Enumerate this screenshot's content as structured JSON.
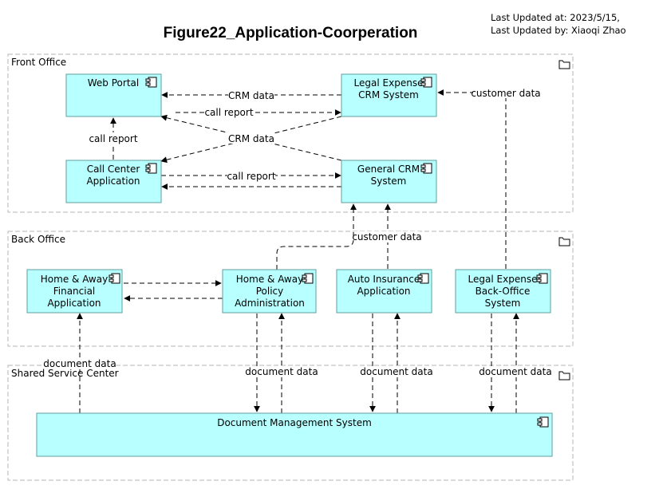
{
  "header": {
    "title": "Figure22_Application-Coorperation",
    "updated_at": "Last Updated at: 2023/5/15,",
    "updated_by": "Last Updated by: Xiaoqi Zhao"
  },
  "groups": [
    {
      "id": "front",
      "label": "Front Office"
    },
    {
      "id": "back",
      "label": "Back Office"
    },
    {
      "id": "shared",
      "label": "Shared Service Center"
    }
  ],
  "nodes": [
    {
      "id": "web",
      "lines": [
        "Web Portal"
      ]
    },
    {
      "id": "legal_crm",
      "lines": [
        "Legal Expense",
        "CRM System"
      ]
    },
    {
      "id": "callcenter",
      "lines": [
        "Call Center",
        "Application"
      ]
    },
    {
      "id": "general_crm",
      "lines": [
        "General CRM",
        "System"
      ]
    },
    {
      "id": "fin",
      "lines": [
        "Home & Away",
        "Financial",
        "Application"
      ]
    },
    {
      "id": "policy",
      "lines": [
        "Home & Away",
        "Policy",
        "Administration"
      ]
    },
    {
      "id": "auto",
      "lines": [
        "Auto Insurance",
        "Application"
      ]
    },
    {
      "id": "legal_bo",
      "lines": [
        "Legal Expense",
        "Back-Office",
        "System"
      ]
    },
    {
      "id": "dms",
      "lines": [
        "Document Management System"
      ]
    }
  ],
  "edge_labels": [
    {
      "id": "crm1",
      "text": "CRM data"
    },
    {
      "id": "cr1",
      "text": "call report"
    },
    {
      "id": "cr2",
      "text": "call report"
    },
    {
      "id": "crm2",
      "text": "CRM data"
    },
    {
      "id": "cr3",
      "text": "call report"
    },
    {
      "id": "cd1",
      "text": "customer data"
    },
    {
      "id": "cd2",
      "text": "customer data"
    },
    {
      "id": "dd1",
      "text": "document data"
    },
    {
      "id": "dd2",
      "text": "document data"
    },
    {
      "id": "dd3",
      "text": "document data"
    },
    {
      "id": "dd4",
      "text": "document data"
    }
  ]
}
